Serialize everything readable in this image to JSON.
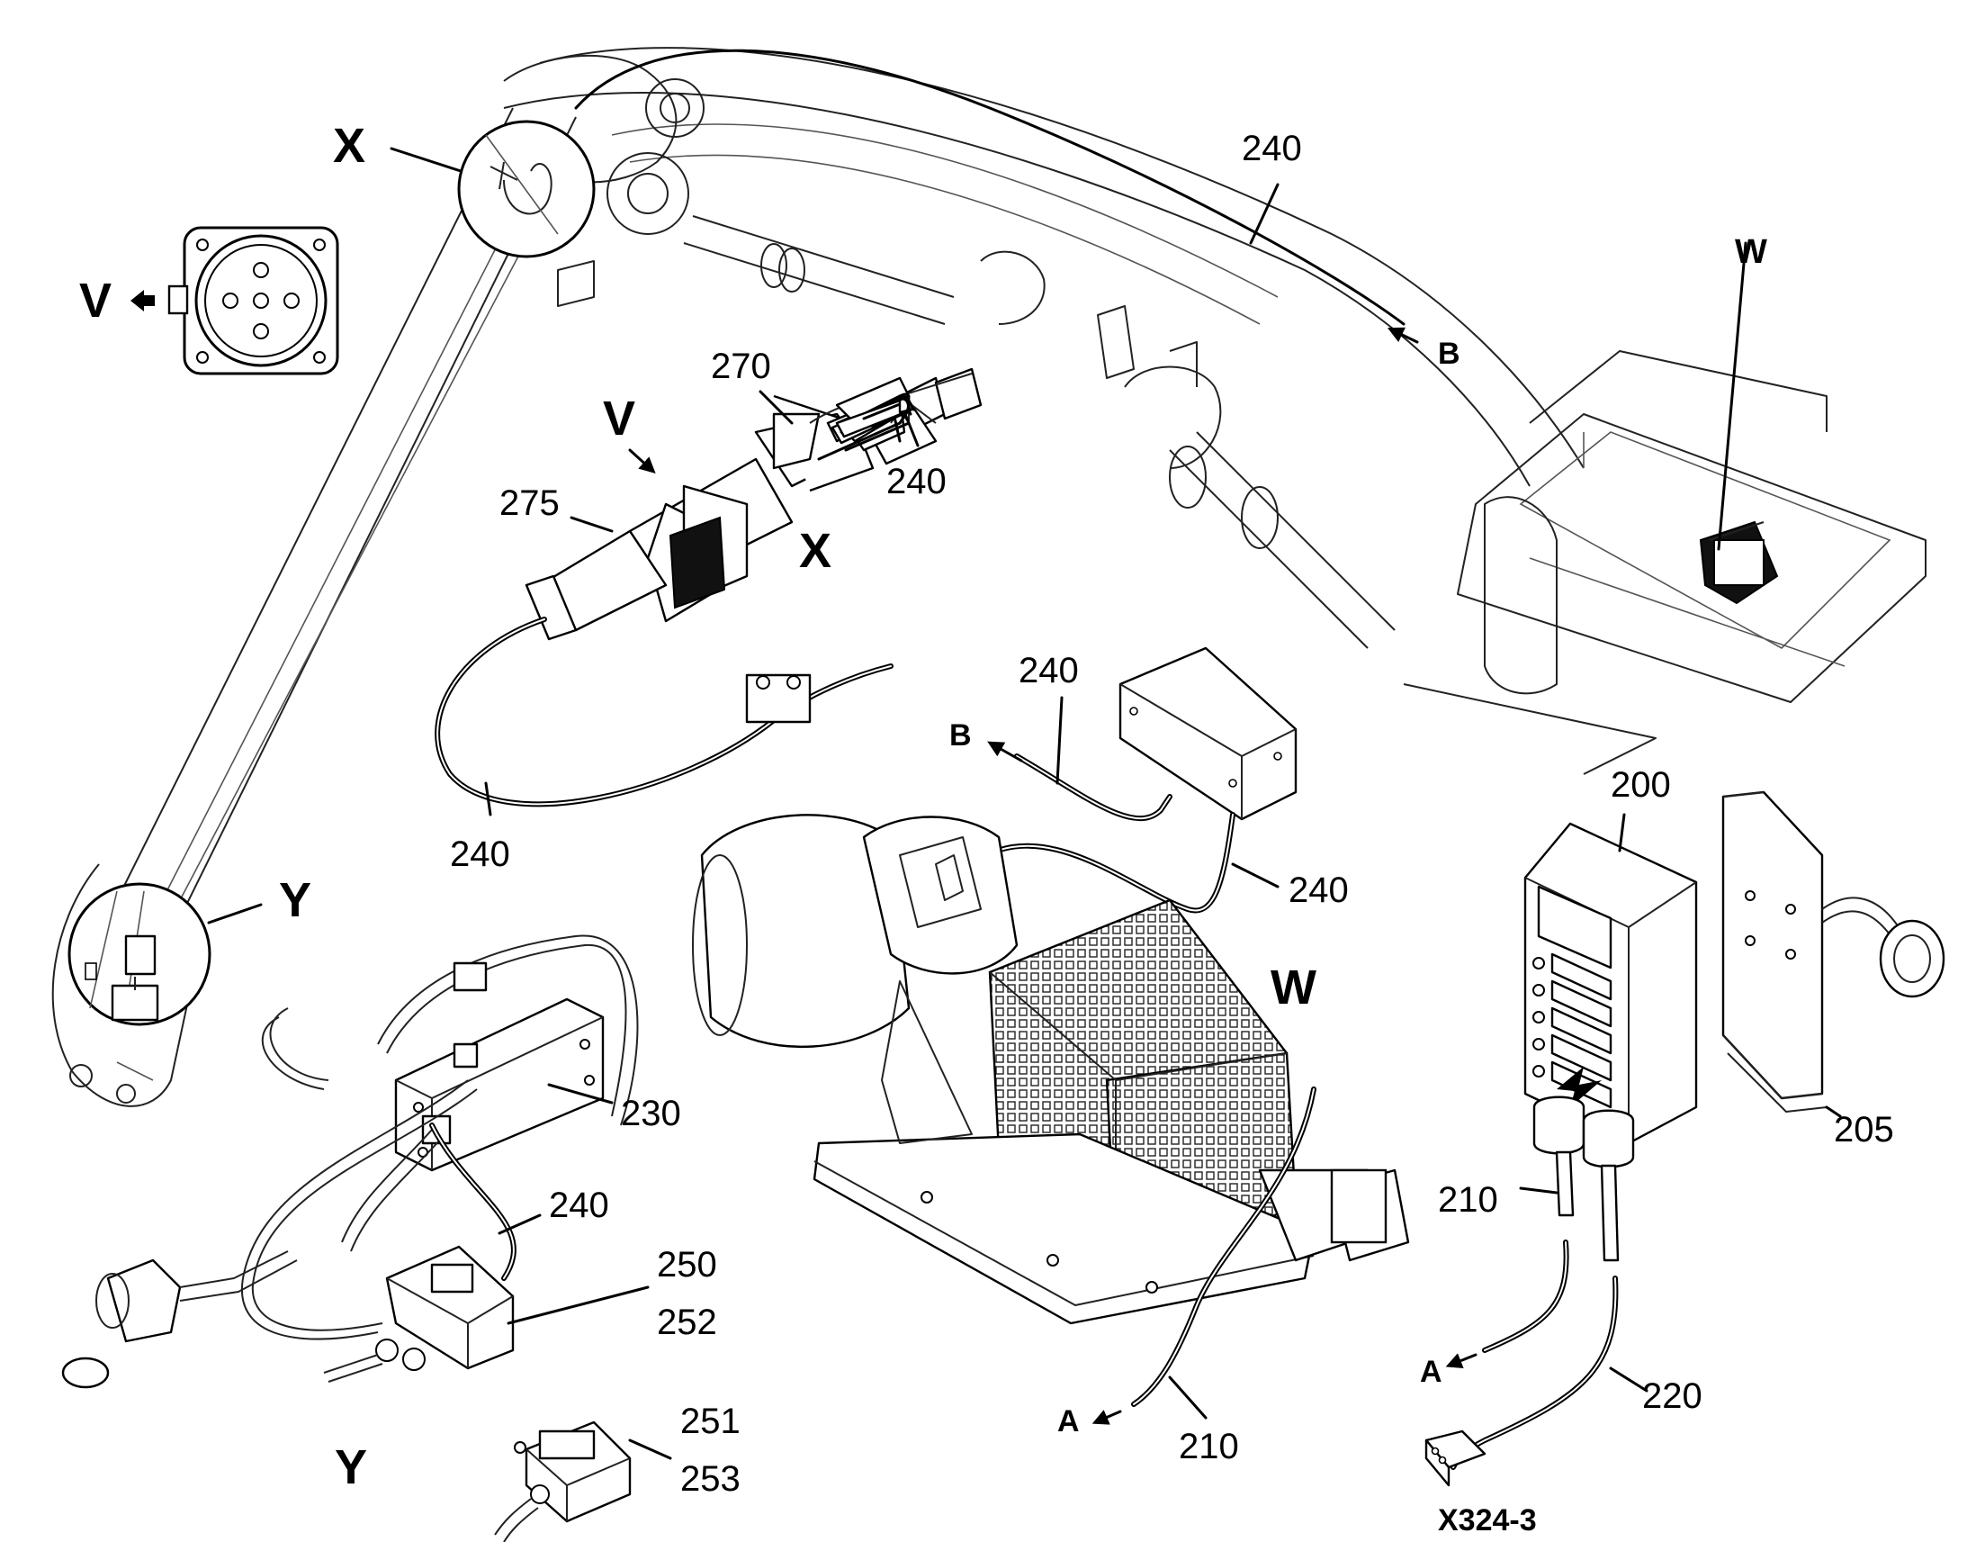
{
  "diagram": {
    "view_labels": {
      "X_top": "X",
      "V_left": "V",
      "W_top": "W",
      "B_top": "B",
      "V_mid": "V",
      "X_mid": "X",
      "B_mid": "B",
      "Y_left": "Y",
      "W_mid": "W",
      "Y_bottom": "Y",
      "A_mid": "A",
      "A_right": "A"
    },
    "part_numbers": {
      "p240_top": "240",
      "p270": "270",
      "p240_conn": "240",
      "p275": "275",
      "p240_loop": "240",
      "p240_box": "240",
      "p240_motor": "240",
      "p200": "200",
      "p205": "205",
      "p230": "230",
      "p240_ctrl": "240",
      "p250": "250",
      "p252": "252",
      "p251": "251",
      "p253": "253",
      "p210_mid": "210",
      "p210_right": "210",
      "p220": "220"
    },
    "connector_code": "X324-3"
  }
}
